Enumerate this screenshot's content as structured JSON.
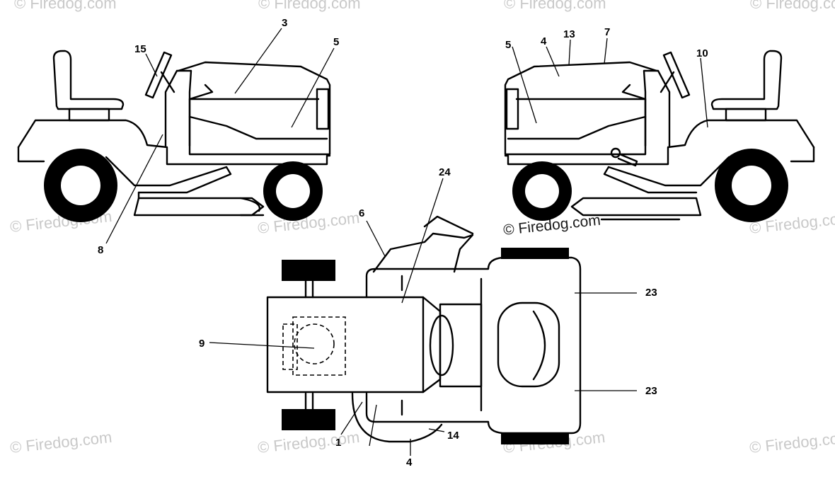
{
  "watermark": "© Firedog.com",
  "watermark_dark": "© Firedog.com",
  "callouts": {
    "c3": "3",
    "c5_left": "5",
    "c15": "15",
    "c8": "8",
    "c5_right": "5",
    "c4_top": "4",
    "c13": "13",
    "c7": "7",
    "c10": "10",
    "c24": "24",
    "c6": "6",
    "c9": "9",
    "c23_top": "23",
    "c23_bottom": "23",
    "c14": "14",
    "c1": "1",
    "c4_bottom": "4"
  }
}
